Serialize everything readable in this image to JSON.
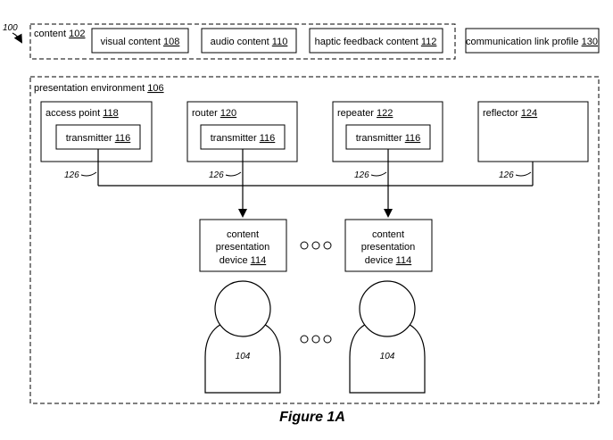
{
  "figure": {
    "ref_number": "100",
    "caption": "Figure 1A"
  },
  "content_group": {
    "label": "content",
    "number": "102",
    "items": [
      {
        "label": "visual content",
        "number": "108"
      },
      {
        "label": "audio content",
        "number": "110"
      },
      {
        "label": "haptic feedback content",
        "number": "112"
      }
    ]
  },
  "communication_link_profile": {
    "label": "communication link profile",
    "number": "130"
  },
  "presentation_environment": {
    "label": "presentation environment",
    "number": "106",
    "nodes": [
      {
        "label": "access point",
        "number": "118",
        "transmitter": {
          "label": "transmitter",
          "number": "116"
        }
      },
      {
        "label": "router",
        "number": "120",
        "transmitter": {
          "label": "transmitter",
          "number": "116"
        }
      },
      {
        "label": "repeater",
        "number": "122",
        "transmitter": {
          "label": "transmitter",
          "number": "116"
        }
      },
      {
        "label": "reflector",
        "number": "124"
      }
    ],
    "link_refs": [
      "126",
      "126",
      "126",
      "126"
    ],
    "devices": [
      {
        "line1": "content",
        "line2": "presentation",
        "line3": "device",
        "number": "114"
      },
      {
        "line1": "content",
        "line2": "presentation",
        "line3": "device",
        "number": "114"
      }
    ],
    "users": [
      {
        "number": "104"
      },
      {
        "number": "104"
      }
    ]
  }
}
